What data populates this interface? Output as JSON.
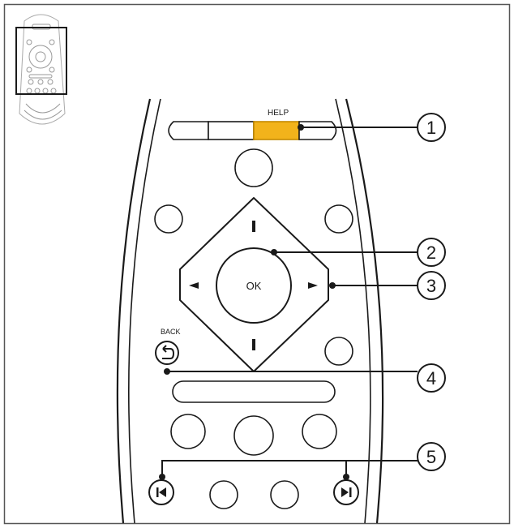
{
  "labels": {
    "help": "HELP",
    "ok": "OK",
    "back": "BACK"
  },
  "callouts": [
    "1",
    "2",
    "3",
    "4",
    "5"
  ],
  "icons": {
    "dpad_up": "arrow-up-icon",
    "dpad_down": "arrow-down-icon",
    "dpad_left": "arrow-left-icon",
    "dpad_right": "arrow-right-icon",
    "back": "back-arrow-icon",
    "previous": "skip-previous-icon",
    "next": "skip-next-icon"
  },
  "colors": {
    "line": "#1a1a1a",
    "highlight": "#f2b31b",
    "background": "#ffffff"
  }
}
